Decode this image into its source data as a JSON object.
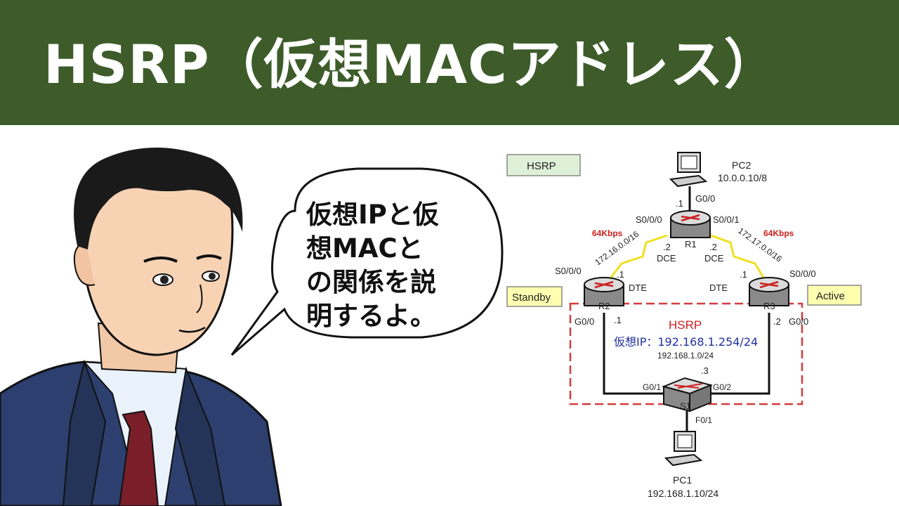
{
  "title": "HSRP（仮想MACアドレス）",
  "bubble_text": "仮想IPと仮\n想MACと\nの関係を説\n明するよ。",
  "colors": {
    "title_bg": "#3d5c2a",
    "hsrp_box_border": "#d23c3c",
    "serial_link": "#f0e020",
    "bandwidth_text": "#d02020",
    "virtual_ip_text": "#2030a0",
    "label_box_yellow": "#ffffb0",
    "label_box_green": "#dff0d8"
  },
  "diagram": {
    "legend_label": "HSRP",
    "pc2": {
      "name": "PC2",
      "ip": "10.0.0.10/8"
    },
    "pc1": {
      "name": "PC1",
      "ip": "192.168.1.10/24"
    },
    "r1": {
      "name": "R1",
      "g0": "G0/0",
      "g0_host": ".1",
      "s000": "S0/0/0",
      "s001": "S0/0/1",
      "left_host": ".2",
      "right_host": ".2",
      "left_dce": "DCE",
      "right_dce": "DCE"
    },
    "r2": {
      "name": "R2",
      "s000": "S0/0/0",
      "s_host": ".1",
      "dte": "DTE",
      "g0": "G0/0",
      "g_host": ".1",
      "role": "Standby"
    },
    "r3": {
      "name": "R3",
      "s000": "S0/0/0",
      "s_host": ".1",
      "dte": "DTE",
      "g0": "G0/0",
      "g_host": ".2",
      "role": "Active"
    },
    "s1": {
      "name": "S1",
      "g01": "G0/1",
      "g02": "G0/2",
      "f01": "F0/1",
      "host": ".3"
    },
    "left_link": {
      "bandwidth": "64Kbps",
      "network": "172.16.0.0/16"
    },
    "right_link": {
      "bandwidth": "64Kbps",
      "network": "172.17.0.0/16"
    },
    "hsrp_group": {
      "title": "HSRP",
      "virtual_ip": "仮想IP：192.168.1.254/24",
      "network": "192.168.1.0/24"
    }
  }
}
